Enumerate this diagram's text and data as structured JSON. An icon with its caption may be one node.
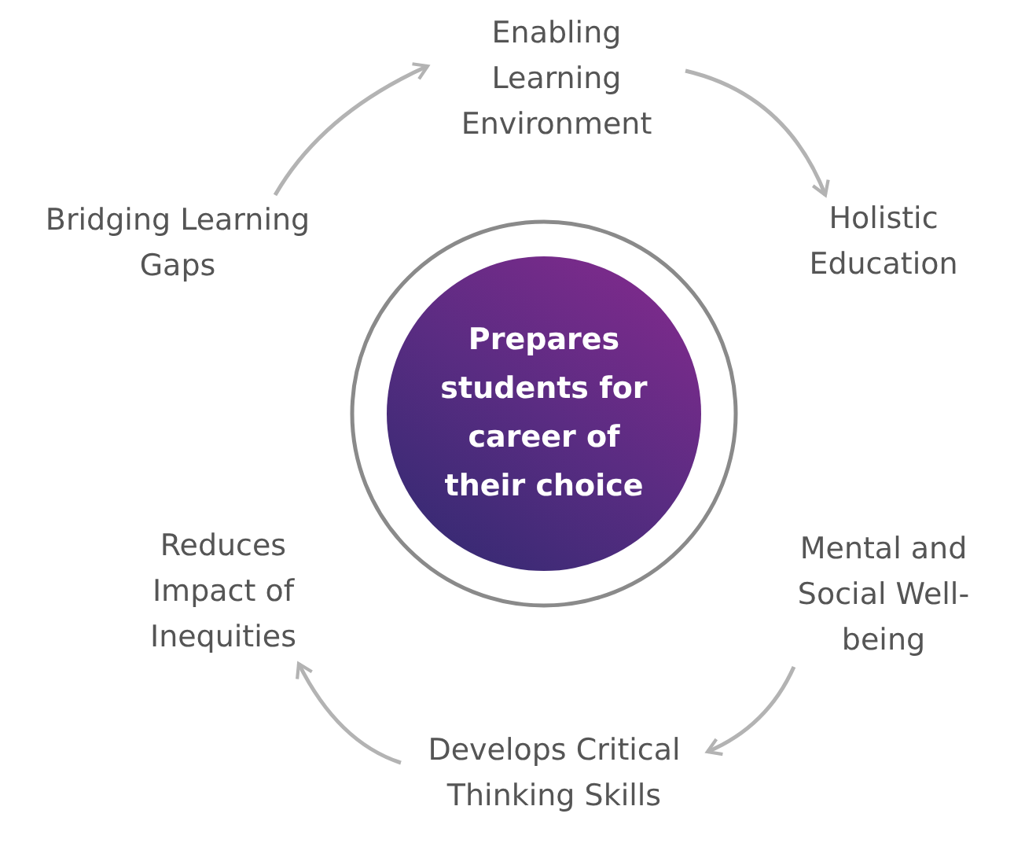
{
  "diagram": {
    "nodes": [
      {
        "text": [
          "Prepares students for career of their choice"
        ]
      },
      {
        "text": [
          "Enabling Learning Environment"
        ]
      },
      {
        "text": [
          "Holistic Education"
        ]
      },
      {
        "text": [
          "Mental and Social Well-being"
        ]
      },
      {
        "text": [
          "Develops Critical Thinking Skills"
        ]
      },
      {
        "text": [
          "Reduces Impact of Inequities"
        ]
      },
      {
        "text": [
          "Bridging Learning Gaps"
        ]
      }
    ],
    "edges": [
      {
        "from": 6,
        "to": 1,
        "arrow": "to"
      },
      {
        "from": 1,
        "to": 2,
        "arrow": "to"
      },
      {
        "from": 3,
        "to": 4,
        "arrow": "to"
      },
      {
        "from": 4,
        "to": 5,
        "arrow": "to"
      }
    ]
  }
}
